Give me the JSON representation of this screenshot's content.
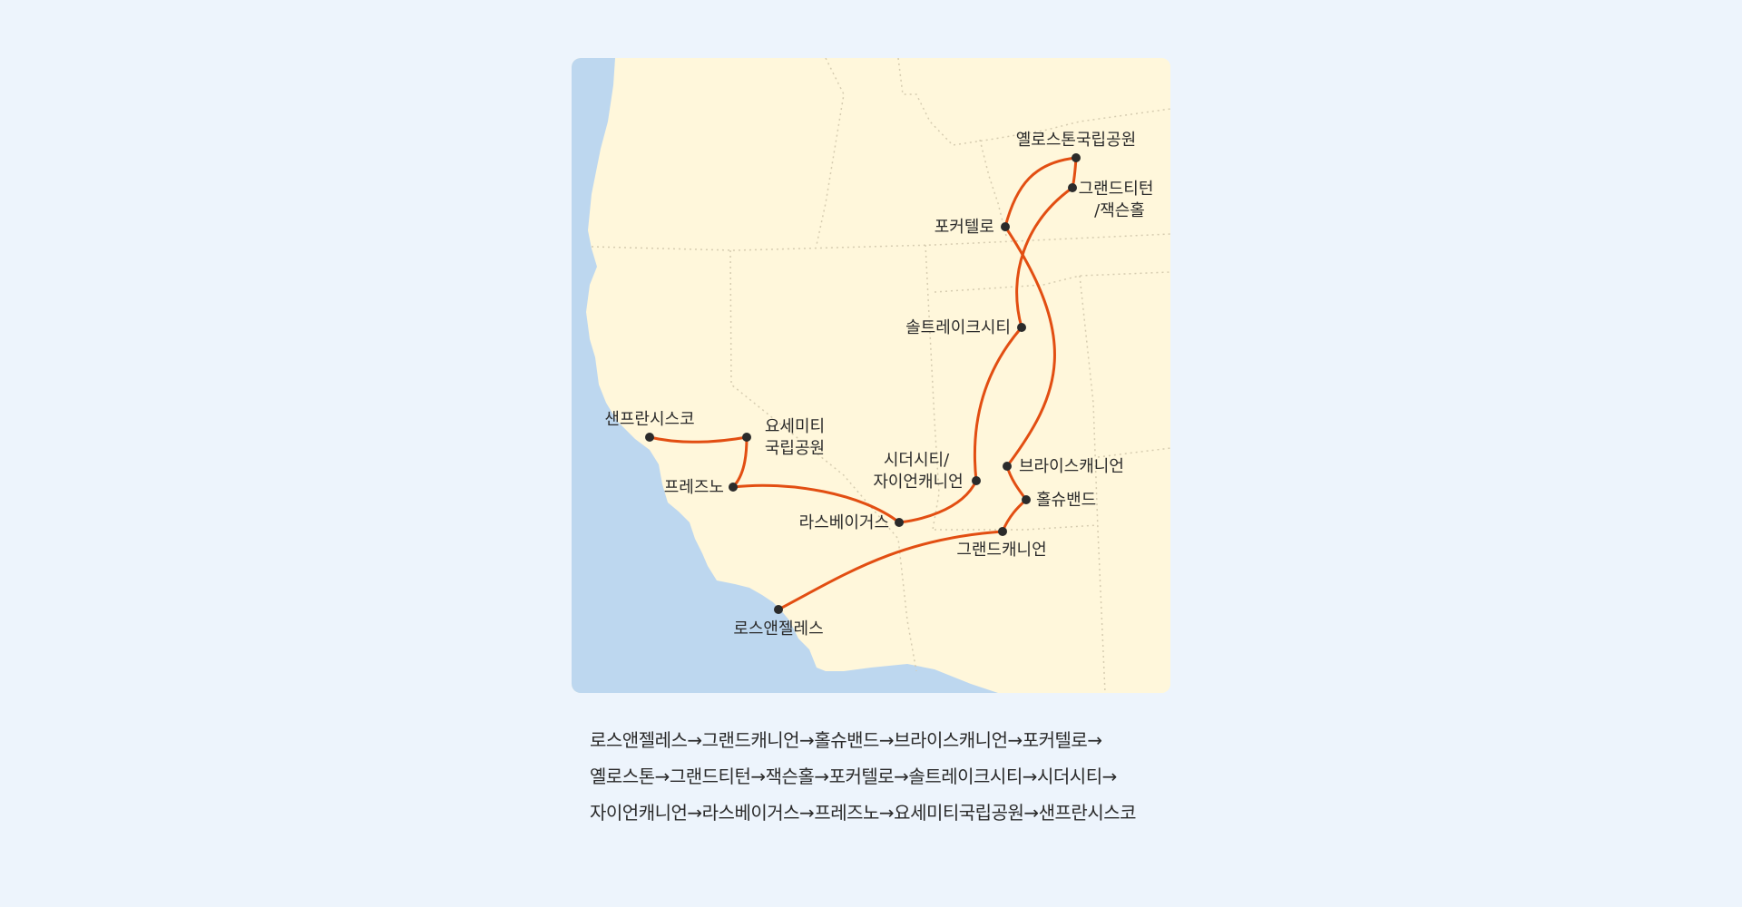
{
  "colors": {
    "page_background": "#edf4fc",
    "land": "#fff7db",
    "ocean": "#bdd7ef",
    "route": "#e24e12",
    "marker": "#2b2b2b",
    "border": "#d6ccb0"
  },
  "map": {
    "cities": {
      "yellowstone": "옐로스톤국립공원",
      "grand_teton": [
        "그랜드티턴",
        "/잭슨홀"
      ],
      "pocatello": "포커텔로",
      "salt_lake": "솔트레이크시티",
      "san_francisco": "샌프란시스코",
      "yosemite": [
        "요세미티",
        "국립공원"
      ],
      "fresno": "프레즈노",
      "cedar_zion": [
        "시더시티/",
        "자이언캐니언"
      ],
      "bryce": "브라이스캐니언",
      "horseshoe": "홀슈밴드",
      "las_vegas": "라스베이거스",
      "grand_canyon": "그랜드캐니언",
      "los_angeles": "로스앤젤레스"
    }
  },
  "itinerary": {
    "lines": [
      "로스앤젤레스→그랜드캐니언→홀슈밴드→브라이스캐니언→포커텔로→",
      "옐로스톤→그랜드티턴→잭슨홀→포커텔로→솔트레이크시티→시더시티→",
      "자이언캐니언→라스베이거스→프레즈노→요세미티국립공원→샌프란시스코"
    ]
  }
}
